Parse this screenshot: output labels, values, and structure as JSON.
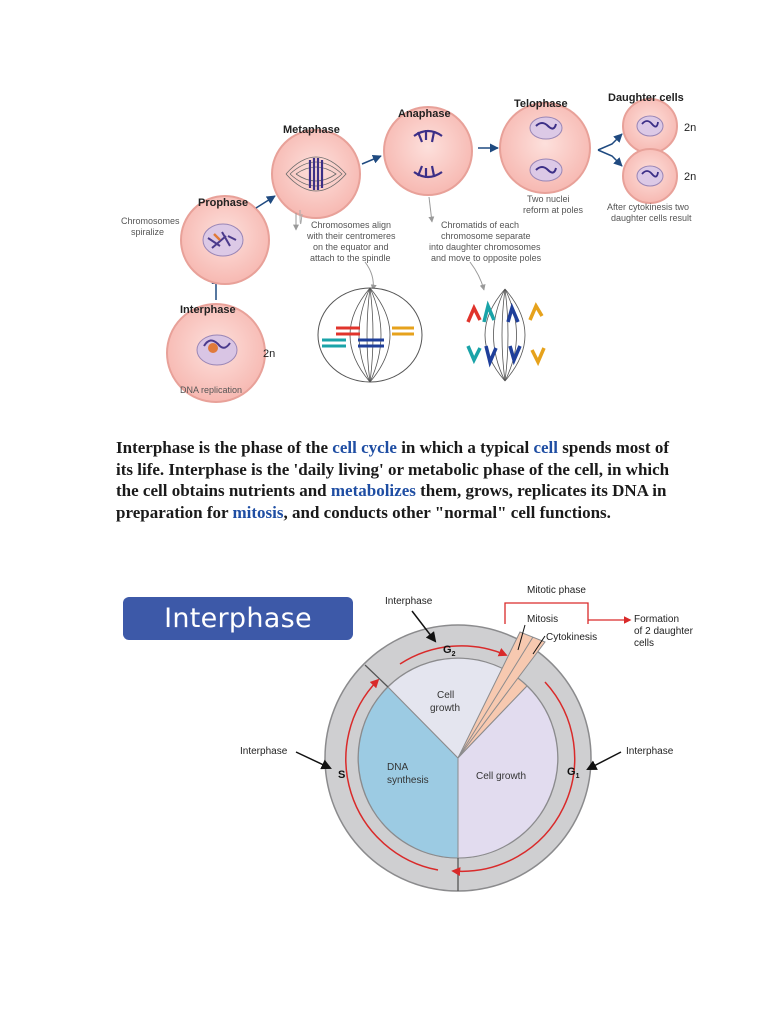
{
  "mitosis_diagram": {
    "stages": {
      "interphase": "Interphase",
      "prophase": "Prophase",
      "metaphase": "Metaphase",
      "anaphase": "Anaphase",
      "telophase": "Telophase",
      "daughter_cells": "Daughter cells"
    },
    "ploidy_label": "2n",
    "notes": {
      "dna_replication": "DNA replication",
      "spiralize": [
        "Chromosomes",
        "spiralize"
      ],
      "align": [
        "Chromosomes align",
        "with their centromeres",
        "on the equator and",
        "attach to the spindle"
      ],
      "separate": [
        "Chromatids of each",
        "chromosome separate",
        "into daughter chromosomes",
        "and move to opposite poles"
      ],
      "nuclei": [
        "Two nuclei",
        "reform at poles"
      ],
      "cytokinesis": [
        "After cytokinesis two",
        "daughter cells result"
      ]
    }
  },
  "paragraph": {
    "t1": "Interphase is the phase of the ",
    "l1": "cell cycle",
    "t2": " in which a typical ",
    "l2": "cell",
    "t3": " spends most of its life. Interphase is the 'daily living' or metabolic phase of the cell, in which the cell obtains nutrients and ",
    "l3": "metabolizes",
    "t4": " them, grows, replicates its DNA in preparation for ",
    "l4": "mitosis",
    "t5": ", and conducts other \"normal\" cell functions."
  },
  "cycle_diagram": {
    "badge_title": "Interphase",
    "interphase_label": "Interphase",
    "mitotic_phase": "Mitotic phase",
    "mitosis": "Mitosis",
    "cytokinesis": "Cytokinesis",
    "formation": [
      "Formation",
      "of 2 daughter",
      "cells"
    ],
    "g2": "G",
    "g2_sub": "2",
    "g1": "G",
    "g1_sub": "1",
    "s": "S",
    "cell_growth_top": [
      "Cell",
      "growth"
    ],
    "dna_synthesis": [
      "DNA",
      "synthesis"
    ],
    "cell_growth_right": "Cell growth",
    "colors": {
      "ring": "#cfcfd1",
      "dna_sector": "#9ccbe3",
      "growth_sector": "#e2dcef",
      "top_sector": "#e4e5ef",
      "mitosis_wedge": "#f7c9b0",
      "arrow": "#d92a2a"
    }
  }
}
